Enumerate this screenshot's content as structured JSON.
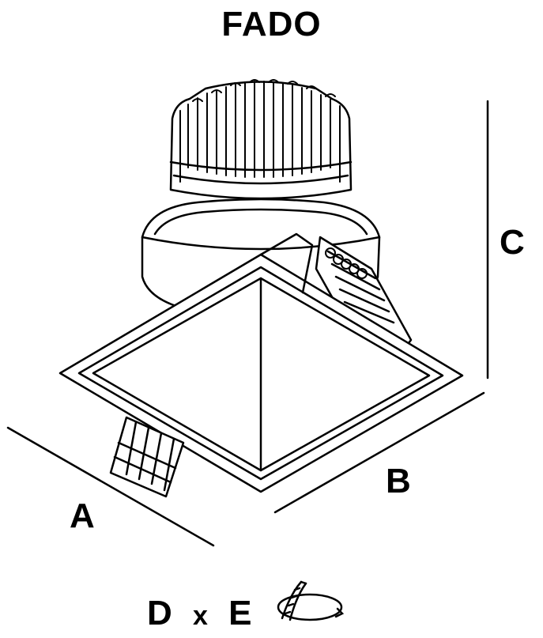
{
  "title": "FADO",
  "dimensions": {
    "a": "A",
    "b": "B",
    "c": "C",
    "d": "D",
    "x": "x",
    "e": "E"
  },
  "icons": {
    "cutout": "circular-saw-cut-icon"
  },
  "colors": {
    "line": "#000000",
    "background": "#ffffff"
  }
}
